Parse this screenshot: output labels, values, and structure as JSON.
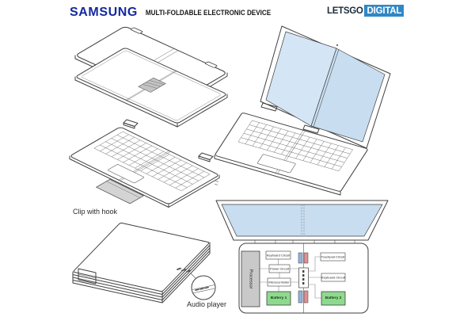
{
  "header": {
    "brand": "SAMSUNG",
    "title": "MULTI-FOLDABLE ELECTRONIC DEVICE",
    "logo_letsgo": "LETSGO",
    "logo_digital": "DIGITAL"
  },
  "labels": {
    "clip_with_hook": "Clip with hook",
    "audio_player": "Audio player"
  },
  "schematic": {
    "processor": "Processor",
    "keyboard_circuit_left": "Keyboard Circuit",
    "power_circuit": "Power Circuit",
    "microcontroller": "Microcontroller",
    "battery_1": "Battery 1",
    "touchpad_circuit": "Touchpad Circuit",
    "keyboard_circuit_right": "Keyboard Circuit",
    "battery_2": "Battery 2"
  },
  "colors": {
    "samsung_blue": "#1428a0",
    "digital_box_blue": "#2f88c6",
    "screen_blue": "#c8ddf0",
    "screen_blue_light": "#d4e5f5",
    "battery_green": "#8fd98f",
    "processor_gray": "#c9c9c9",
    "connector_blue": "#8fb4e0",
    "connector_red": "#e09090",
    "clip_gray": "#d4d4d4"
  }
}
